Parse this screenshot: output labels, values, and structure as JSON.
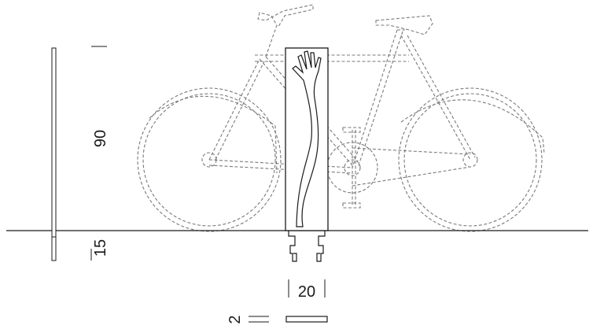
{
  "dimensions": {
    "height_above_ground": "90",
    "depth_below_ground": "15",
    "post_width": "20",
    "plate_thickness": "2"
  },
  "colors": {
    "line": "#1a1a1a",
    "dashed": "#7a7a7a",
    "background": "#ffffff"
  }
}
